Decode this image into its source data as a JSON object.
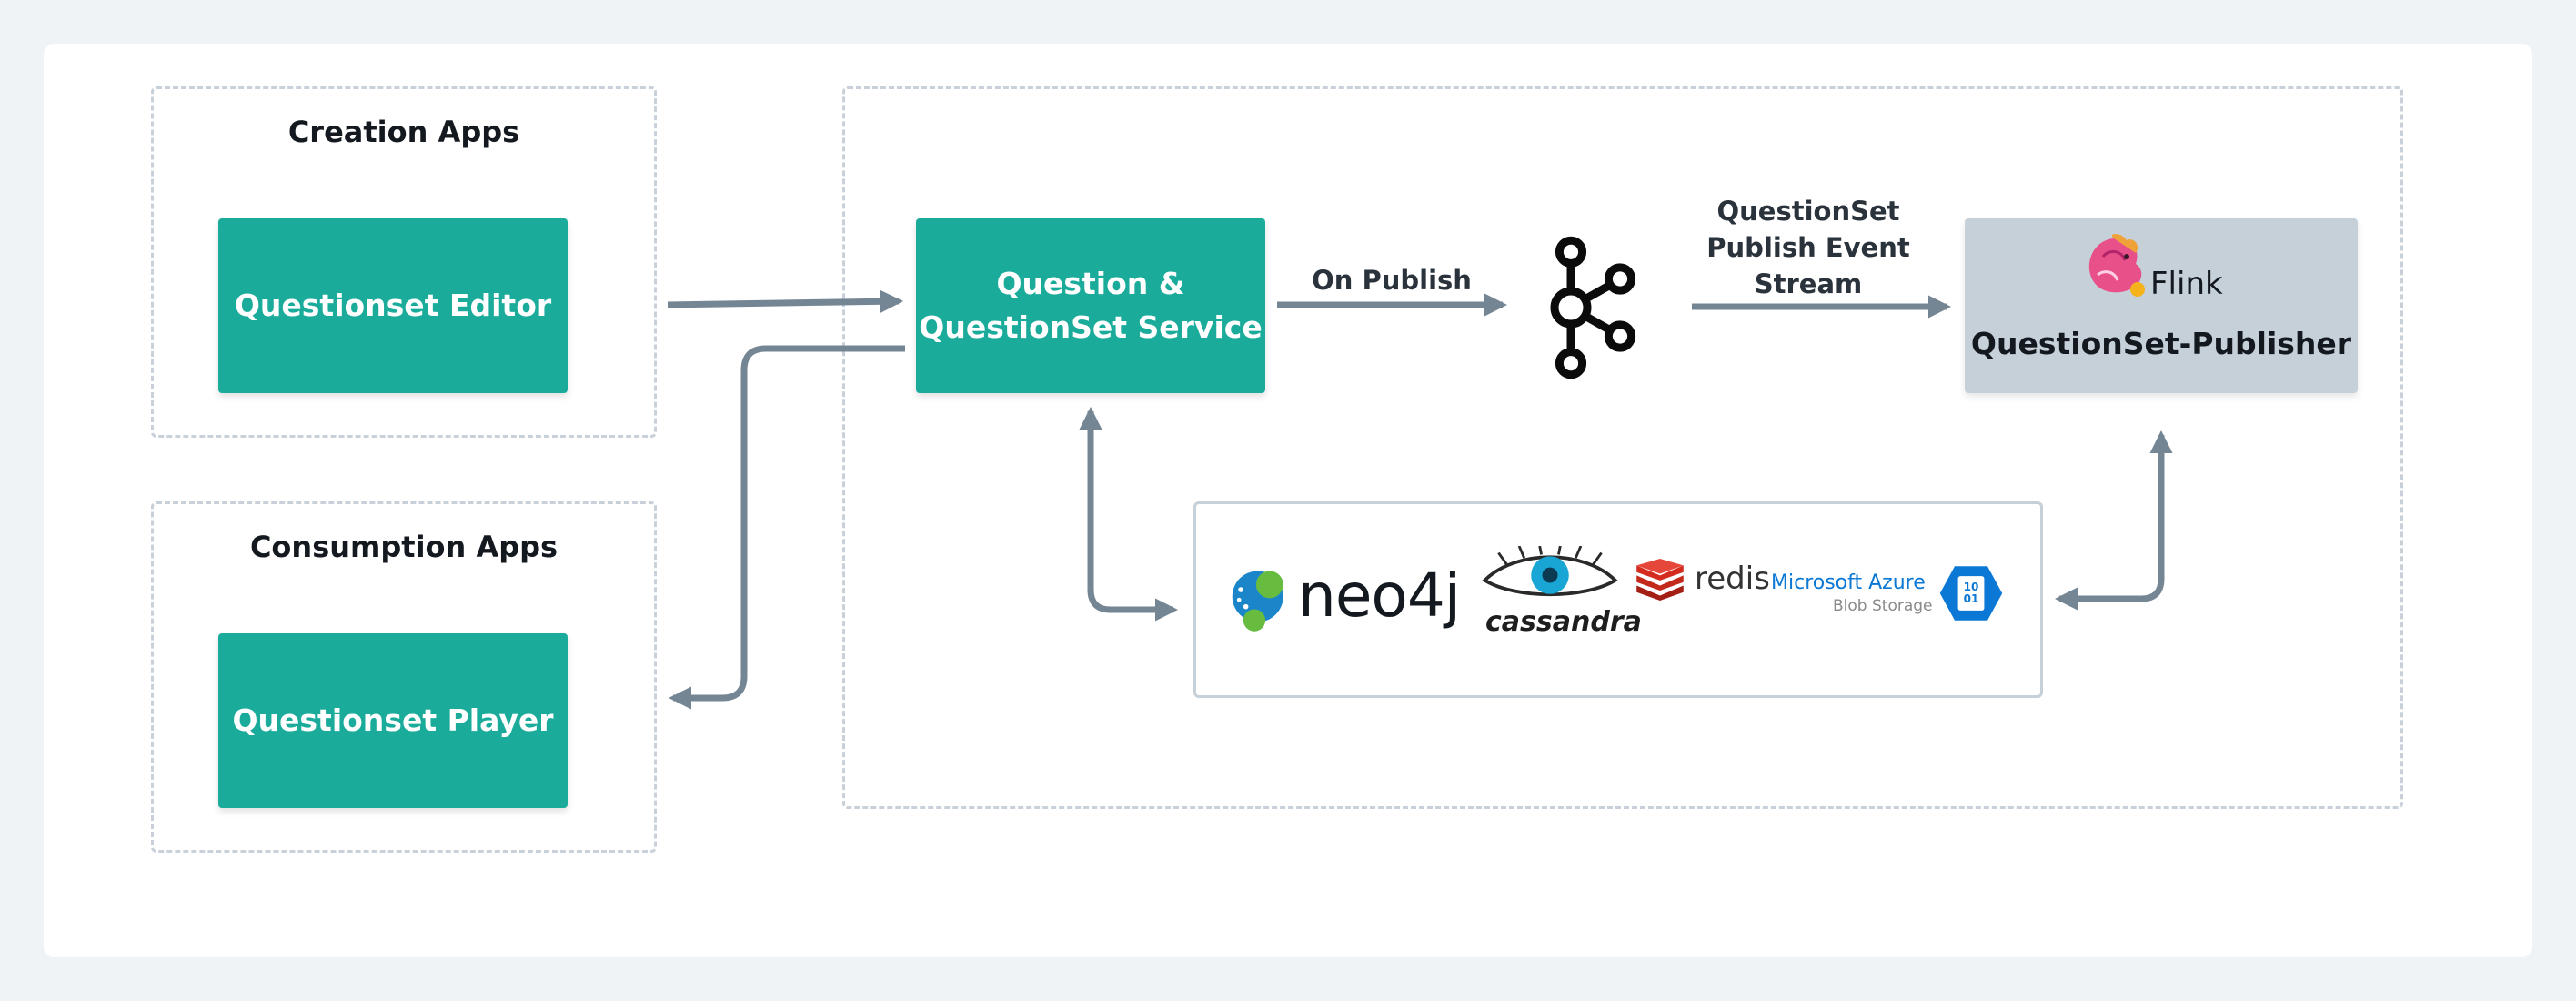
{
  "creation_group": {
    "title": "Creation Apps",
    "editor": "Questionset Editor"
  },
  "consumption_group": {
    "title": "Consumption Apps",
    "player": "Questionset Player"
  },
  "service": {
    "line1": "Question &",
    "line2": "QuestionSet Service"
  },
  "on_publish": "On Publish",
  "event_stream": {
    "line1": "QuestionSet",
    "line2": "Publish Event",
    "line3": "Stream"
  },
  "publisher": {
    "flink": "Flink",
    "title": "QuestionSet-Publisher"
  },
  "stores": {
    "neo4j": "neo4j",
    "cassandra": "cassandra",
    "redis": "redis",
    "azure": "Microsoft Azure",
    "azure_sub": "Blob Storage",
    "blob_bits": "10 01"
  },
  "icons": [
    "kafka-icon",
    "flink-squirrel-icon",
    "neo4j-logo-icon",
    "cassandra-eye-icon",
    "redis-cube-icon",
    "azure-blob-icon"
  ],
  "colors": {
    "teal": "#1aab9b",
    "publisher_bg": "#c6d0d9",
    "arrow": "#748594",
    "dashed_border": "#c8d1da",
    "azure_blue": "#0a78d4",
    "redis_red": "#d42b1f",
    "neo4j_green": "#67bb3f",
    "neo4j_blue": "#1a86c9"
  }
}
